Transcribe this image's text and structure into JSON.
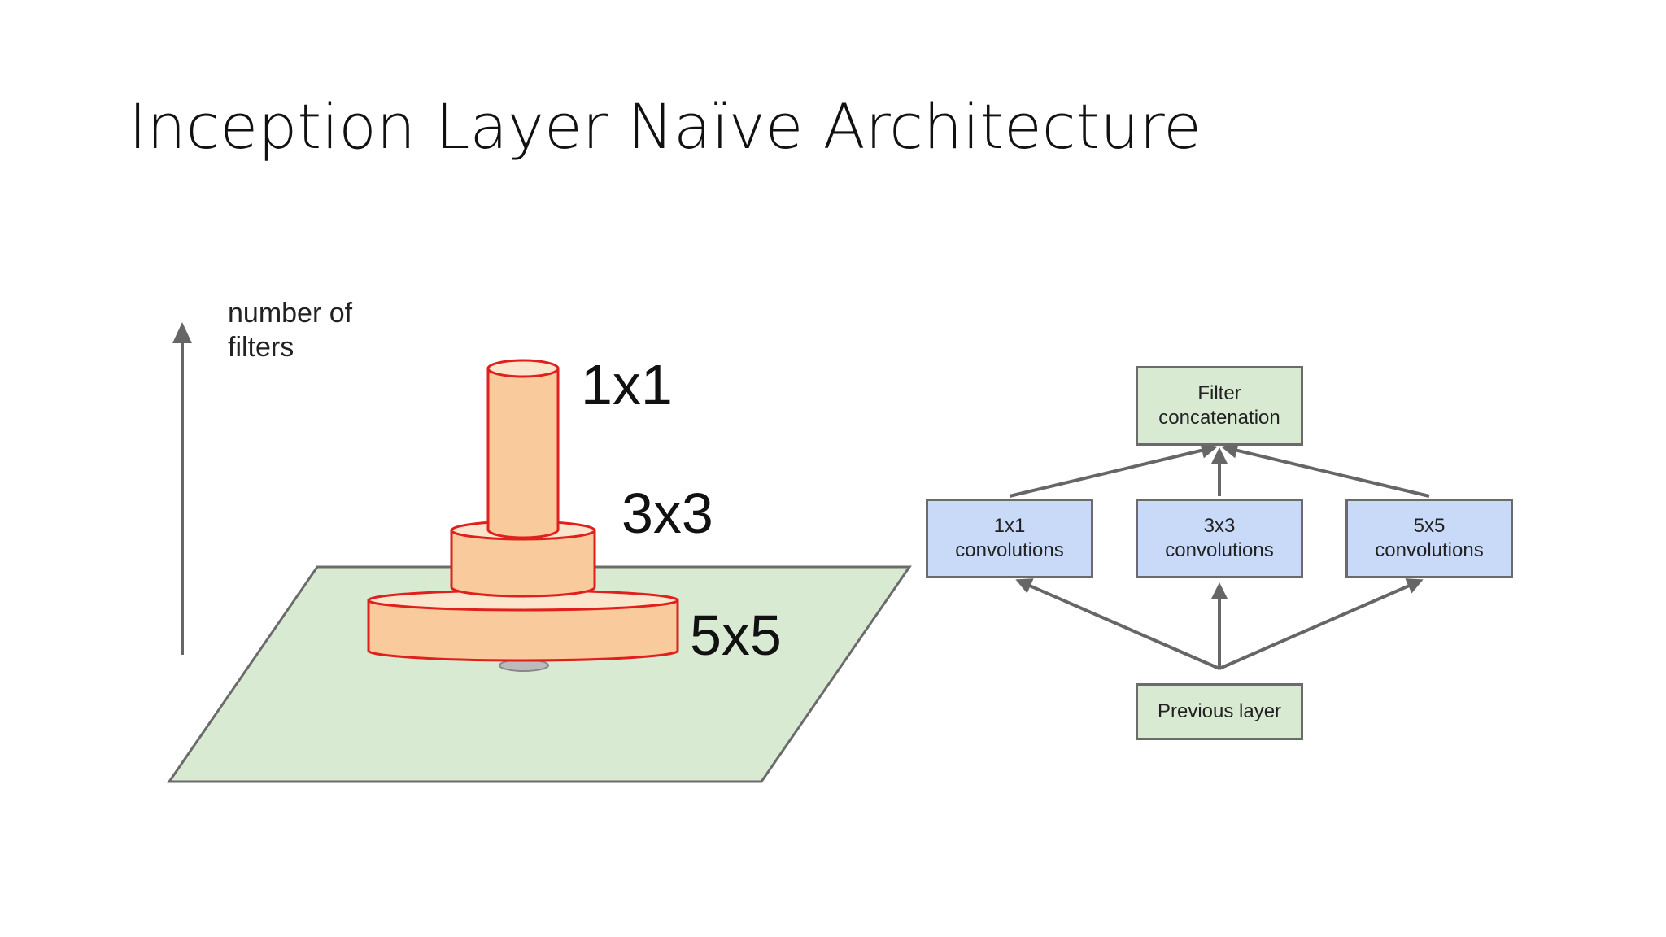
{
  "slide": {
    "title": "Inception Layer Naïve Architecture"
  },
  "left_diagram": {
    "axis_label_line1": "number of",
    "axis_label_line2": "filters",
    "sizes": [
      "1x1",
      "3x3",
      "5x5"
    ],
    "colors": {
      "plane_fill": "#d9ead3",
      "cylinder_fill": "#f9cb9c",
      "cylinder_top": "#fce5cd",
      "cylinder_stroke": "#e0201c"
    }
  },
  "right_diagram": {
    "top": {
      "line1": "Filter",
      "line2": "concatenation"
    },
    "convs": [
      {
        "line1": "1x1",
        "line2": "convolutions"
      },
      {
        "line1": "3x3",
        "line2": "convolutions"
      },
      {
        "line1": "5x5",
        "line2": "convolutions"
      }
    ],
    "bottom": "Previous layer",
    "colors": {
      "green_box": "#d9ead3",
      "blue_box": "#c9daf8",
      "arrow": "#666666"
    }
  }
}
